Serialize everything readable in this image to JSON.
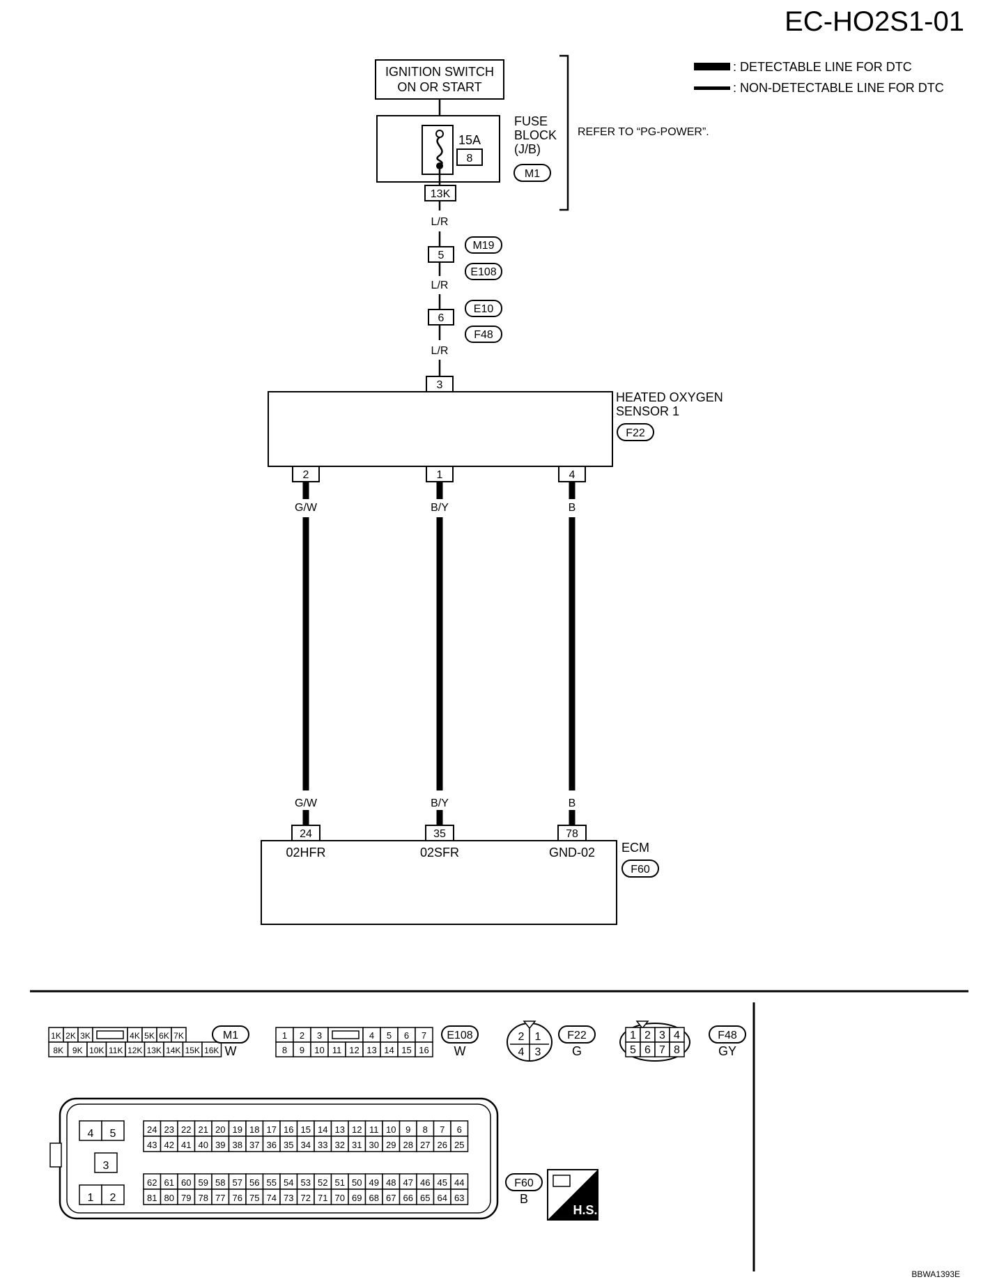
{
  "title": "EC-HO2S1-01",
  "legend": {
    "detectable": ": DETECTABLE LINE FOR DTC",
    "non_detectable": ": NON-DETECTABLE LINE FOR DTC"
  },
  "power": {
    "ignition_line1": "IGNITION SWITCH",
    "ignition_line2": "ON OR START",
    "fuse_amp": "15A",
    "fuse_number": "8",
    "fuse_block_line1": "FUSE",
    "fuse_block_line2": "BLOCK",
    "fuse_block_line3": "(J/B)",
    "fuse_block_connector": "M1",
    "fuse_terminal": "13K",
    "refer_note": "REFER TO “PG-POWER”."
  },
  "harness": {
    "wire_color_1": "L/R",
    "joint_1_terminal": "5",
    "joint_1_conn_a": "M19",
    "joint_1_conn_b": "E108",
    "wire_color_2": "L/R",
    "joint_2_terminal": "6",
    "joint_2_conn_a": "E10",
    "joint_2_conn_b": "F48",
    "wire_color_3": "L/R"
  },
  "sensor": {
    "name_line1": "HEATED OXYGEN",
    "name_line2": "SENSOR 1",
    "connector": "F22",
    "top_terminal": "3",
    "terminals": [
      "2",
      "1",
      "4"
    ],
    "wire_colors_top": [
      "G/W",
      "B/Y",
      "B"
    ]
  },
  "ecm": {
    "name": "ECM",
    "connector": "F60",
    "terminals": [
      "24",
      "35",
      "78"
    ],
    "wire_colors": [
      "G/W",
      "B/Y",
      "B"
    ],
    "signals": [
      "02HFR",
      "02SFR",
      "GND-02"
    ]
  },
  "connectors": {
    "m1": {
      "row1": [
        "1K",
        "2K",
        "3K",
        "4K",
        "5K",
        "6K",
        "7K"
      ],
      "row2": [
        "8K",
        "9K",
        "10K",
        "11K",
        "12K",
        "13K",
        "14K",
        "15K",
        "16K"
      ],
      "id": "M1",
      "color": "W"
    },
    "e108": {
      "row1": [
        "1",
        "2",
        "3",
        "4",
        "5",
        "6",
        "7"
      ],
      "row2": [
        "8",
        "9",
        "10",
        "11",
        "12",
        "13",
        "14",
        "15",
        "16"
      ],
      "id": "E108",
      "color": "W"
    },
    "f22": {
      "pins": [
        "2",
        "1",
        "4",
        "3"
      ],
      "id": "F22",
      "color": "G"
    },
    "f48": {
      "row1": [
        "1",
        "2",
        "3",
        "4"
      ],
      "row2": [
        "5",
        "6",
        "7",
        "8"
      ],
      "id": "F48",
      "color": "GY"
    },
    "f60": {
      "small": [
        "4",
        "5",
        "3",
        "1",
        "2"
      ],
      "row1": [
        "24",
        "23",
        "22",
        "21",
        "20",
        "19",
        "18",
        "17",
        "16",
        "15",
        "14",
        "13",
        "12",
        "11",
        "10",
        "9",
        "8",
        "7",
        "6"
      ],
      "row2": [
        "43",
        "42",
        "41",
        "40",
        "39",
        "38",
        "37",
        "36",
        "35",
        "34",
        "33",
        "32",
        "31",
        "30",
        "29",
        "28",
        "27",
        "26",
        "25"
      ],
      "row3": [
        "62",
        "61",
        "60",
        "59",
        "58",
        "57",
        "56",
        "55",
        "54",
        "53",
        "52",
        "51",
        "50",
        "49",
        "48",
        "47",
        "46",
        "45",
        "44"
      ],
      "row4": [
        "81",
        "80",
        "79",
        "78",
        "77",
        "76",
        "75",
        "74",
        "73",
        "72",
        "71",
        "70",
        "69",
        "68",
        "67",
        "66",
        "65",
        "64",
        "63"
      ],
      "id": "F60",
      "color": "B",
      "hs_label": "H.S."
    }
  },
  "figure_code": "BBWA1393E"
}
